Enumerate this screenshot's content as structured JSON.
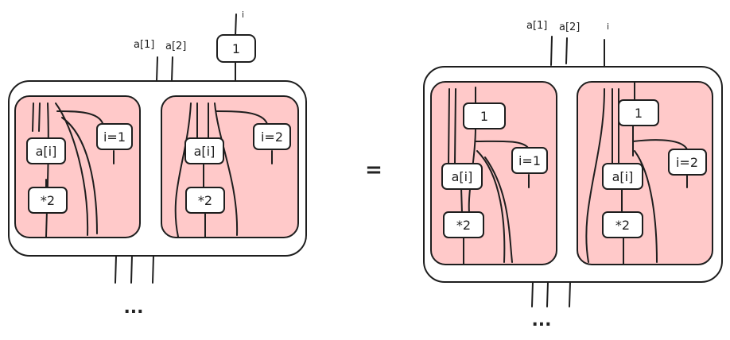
{
  "colors": {
    "panel_fill": "#ffc9c9",
    "stroke": "#1e1e1e",
    "background": "#ffffff"
  },
  "left": {
    "inputs": {
      "a1": "a[1]",
      "a2": "a[2]",
      "i": "i"
    },
    "const_node": "1",
    "panel1": {
      "index": "a[i]",
      "op": "*2",
      "cond": "i=1"
    },
    "panel2": {
      "index": "a[i]",
      "op": "*2",
      "cond": "i=2"
    },
    "ellipsis": "..."
  },
  "equals": "=",
  "right": {
    "inputs": {
      "a1": "a[1]",
      "a2": "a[2]",
      "i": "i"
    },
    "panel1": {
      "const": "1",
      "index": "a[i]",
      "op": "*2",
      "cond": "i=1"
    },
    "panel2": {
      "const": "1",
      "index": "a[i]",
      "op": "*2",
      "cond": "i=2"
    },
    "ellipsis": "..."
  }
}
